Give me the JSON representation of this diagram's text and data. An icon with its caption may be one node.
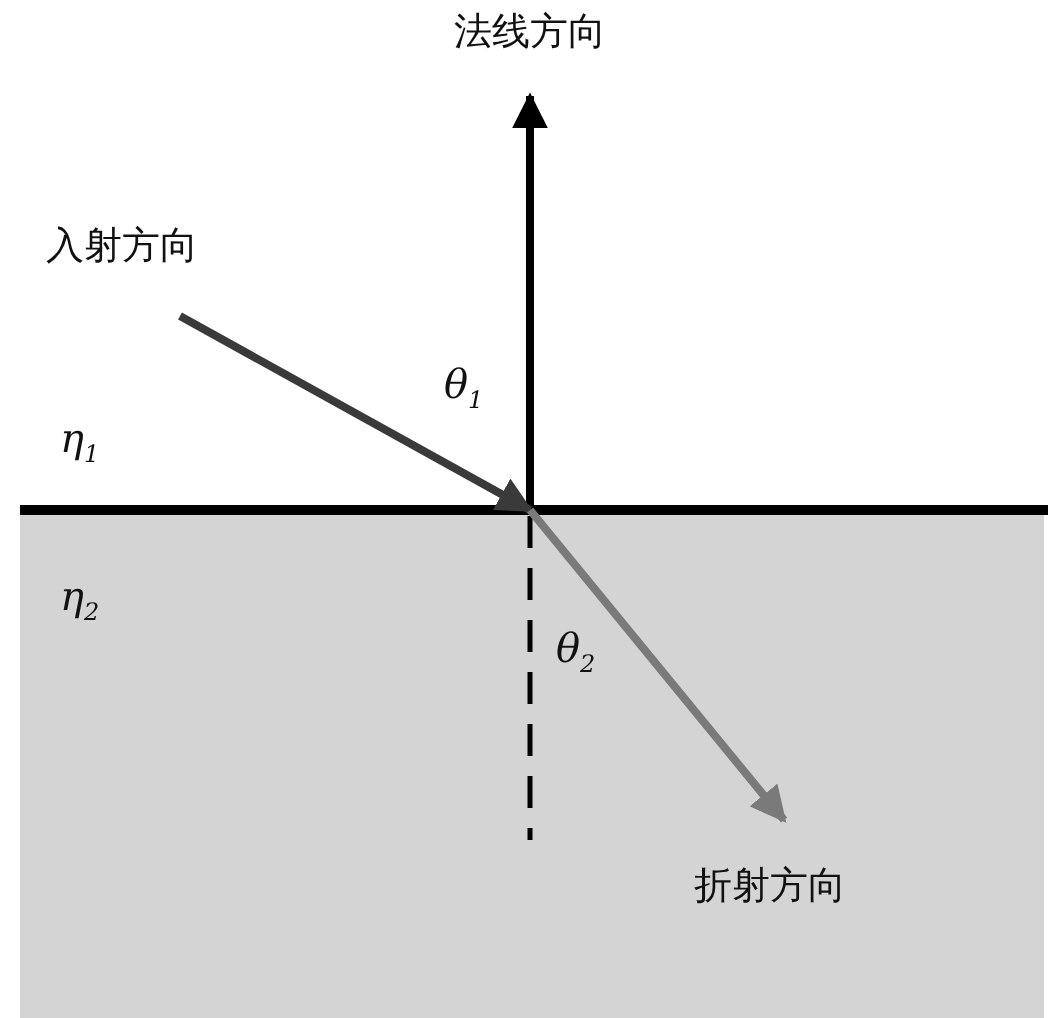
{
  "diagram": {
    "nodes": [
      {
        "text": [
          "法线方向"
        ]
      },
      {
        "text": [
          "入射方向"
        ]
      },
      {
        "text": [
          "折射方向"
        ]
      }
    ],
    "edges": [
      {
        "from": null,
        "to": 0,
        "arrow": "to"
      },
      {
        "from": 1,
        "to": null,
        "arrow": "to",
        "color": "#3a3a3a"
      },
      {
        "from": null,
        "to": 2,
        "arrow": "to",
        "color": "#7a7a7a"
      }
    ],
    "labels": [
      "θ$_{1}$",
      "η$_{1}$",
      "η$_{2}$",
      "θ$_{2}$"
    ]
  }
}
